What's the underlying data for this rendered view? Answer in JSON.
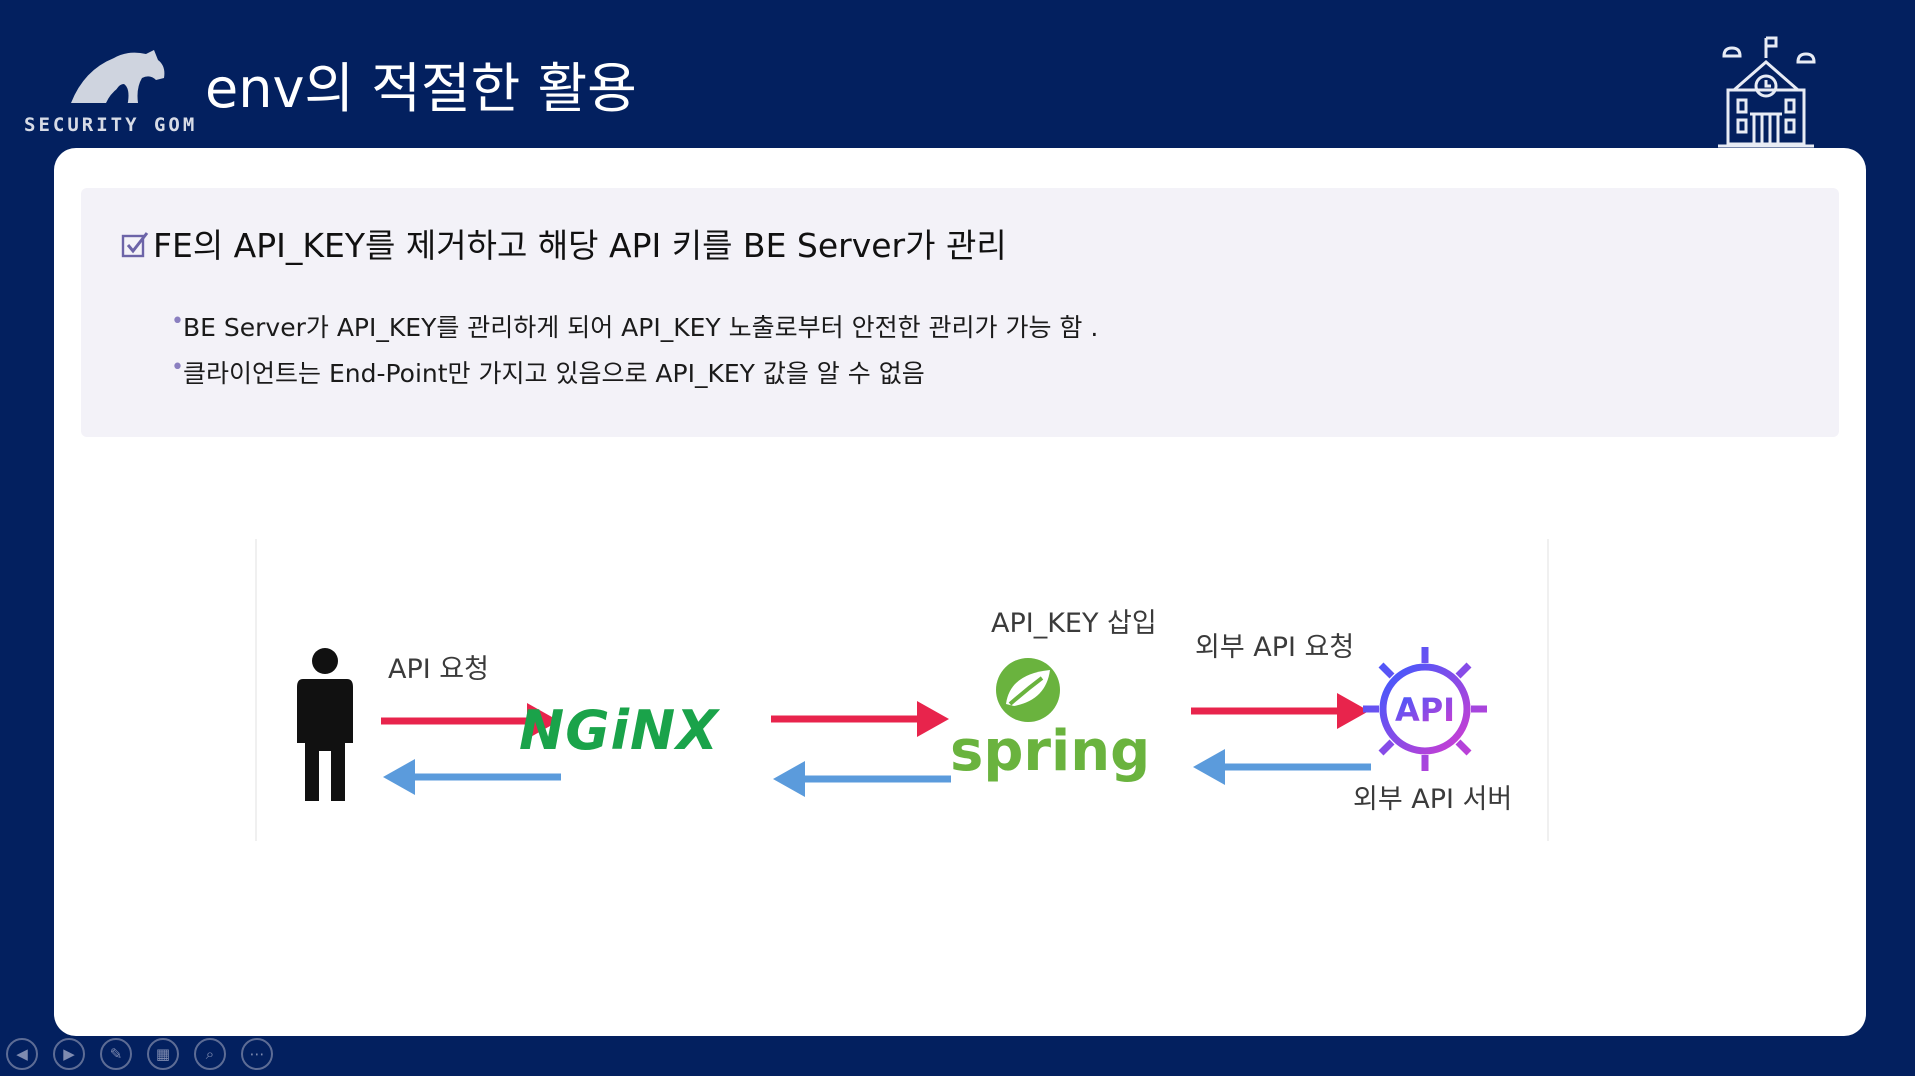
{
  "header": {
    "logo_text": "SECURITY GOM",
    "title": "env의 적절한 활용"
  },
  "content": {
    "heading": "FE의 API_KEY를 제거하고 해당 API 키를 BE Server가 관리",
    "bullets": [
      "BE Server가 API_KEY를 관리하게 되어  API_KEY 노출로부터 안전한 관리가 가능 함 .",
      "클라이언트는 End-Point만 가지고 있음으로 API_KEY 값을 알 수 없음"
    ]
  },
  "diagram": {
    "label_api_request": "API 요청",
    "nginx": "NGiNX",
    "label_api_key_insert": "API_KEY 삽입",
    "spring": "spring",
    "label_external_request": "외부 API 요청",
    "api_badge": "API",
    "label_external_server": "외부 API 서버",
    "colors": {
      "request_arrow": "#e8244c",
      "response_arrow": "#5b9bdc",
      "nginx": "#1aa34a",
      "spring": "#6ab33e"
    }
  },
  "footer": {
    "controls": [
      "prev-icon",
      "next-icon",
      "pen-icon",
      "slides-icon",
      "zoom-icon",
      "more-icon"
    ]
  }
}
